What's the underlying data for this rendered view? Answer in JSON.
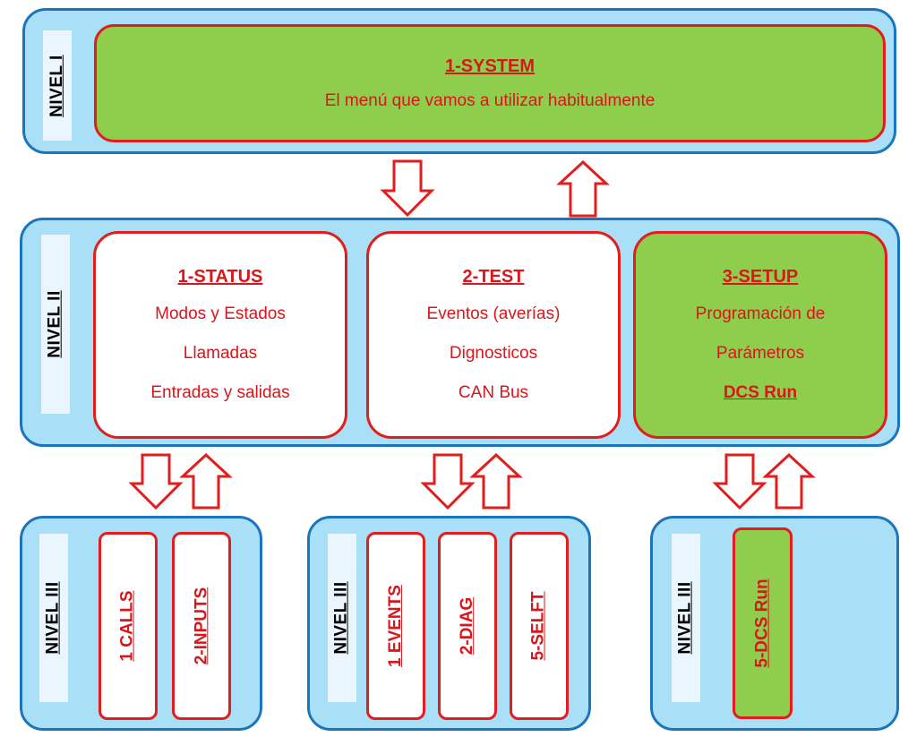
{
  "level1": {
    "label": "NIVEL I",
    "system": {
      "title": "1-SYSTEM",
      "description": "El menú que vamos a utilizar habitualmente"
    }
  },
  "level2": {
    "label": "NIVEL II",
    "status": {
      "title": "1-STATUS",
      "lines": [
        "Modos y Estados",
        "Llamadas",
        "Entradas y salidas"
      ]
    },
    "test": {
      "title": "2-TEST",
      "lines": [
        "Eventos (averías)",
        "Dignosticos",
        "CAN Bus"
      ]
    },
    "setup": {
      "title": "3-SETUP",
      "lines": [
        "Programación de",
        "Parámetros"
      ],
      "highlight": "DCS Run"
    }
  },
  "level3": {
    "status_group": {
      "label": "NIVEL III",
      "items": [
        "1 CALLS",
        "2-INPUTS"
      ]
    },
    "test_group": {
      "label": "NIVEL III",
      "items": [
        "1 EVENTS",
        "2-DIAG",
        "5-SELFT"
      ]
    },
    "setup_group": {
      "label": "NIVEL III",
      "items": [
        "5-DCS Run"
      ]
    }
  },
  "colors": {
    "panel": "#a9dff7",
    "panel_border": "#1b75bc",
    "box_border": "#e11d1d",
    "text": "#d8161b",
    "green": "#8fce4c"
  }
}
